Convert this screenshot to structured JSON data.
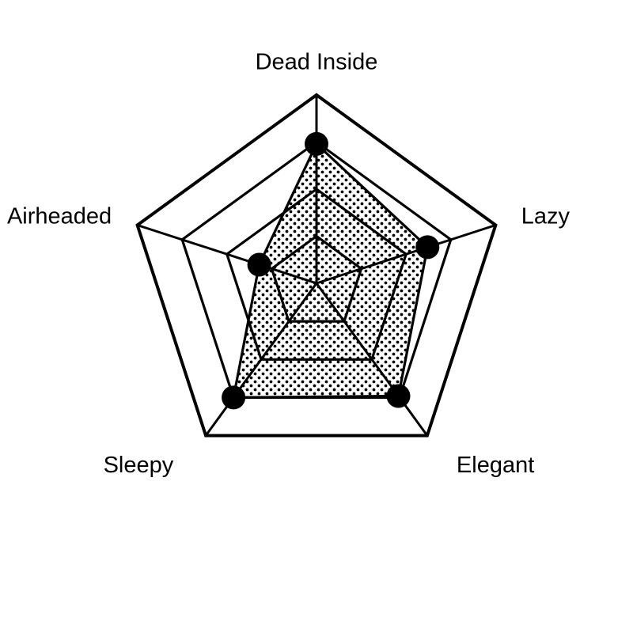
{
  "chart_data": {
    "type": "radar",
    "categories": [
      "Dead Inside",
      "Lazy",
      "Elegant",
      "Sleepy",
      "Airheaded"
    ],
    "series": [
      {
        "values": [
          0.74,
          0.62,
          0.74,
          0.75,
          0.32
        ]
      }
    ],
    "rlim": [
      0,
      1
    ],
    "ring_levels": [
      0.25,
      0.5,
      0.75,
      1.0
    ],
    "grid": true,
    "fill_pattern": "dots",
    "colors": {
      "line": "#000000",
      "background": "#ffffff"
    }
  }
}
